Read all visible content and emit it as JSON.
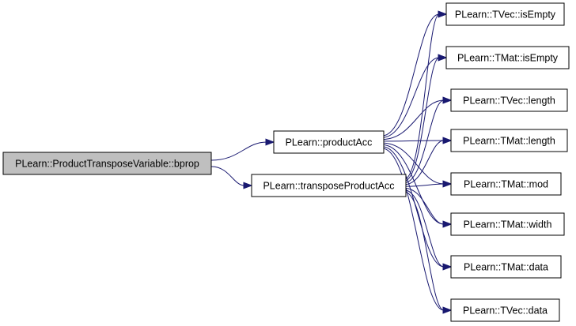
{
  "diagram": {
    "nodes": {
      "bprop": "PLearn::ProductTransposeVariable::bprop",
      "productAcc": "PLearn::productAcc",
      "transposeProductAcc": "PLearn::transposeProductAcc",
      "tvec_isEmpty": "PLearn::TVec::isEmpty",
      "tmat_isEmpty": "PLearn::TMat::isEmpty",
      "tvec_length": "PLearn::TVec::length",
      "tmat_length": "PLearn::TMat::length",
      "tmat_mod": "PLearn::TMat::mod",
      "tmat_width": "PLearn::TMat::width",
      "tmat_data": "PLearn::TMat::data",
      "tvec_data": "PLearn::TVec::data"
    },
    "edges": [
      {
        "from": "bprop",
        "to": "productAcc"
      },
      {
        "from": "bprop",
        "to": "transposeProductAcc"
      },
      {
        "from": "productAcc",
        "to": "tvec_isEmpty"
      },
      {
        "from": "productAcc",
        "to": "tmat_isEmpty"
      },
      {
        "from": "productAcc",
        "to": "tvec_length"
      },
      {
        "from": "productAcc",
        "to": "tmat_length"
      },
      {
        "from": "productAcc",
        "to": "tmat_mod"
      },
      {
        "from": "productAcc",
        "to": "tmat_width"
      },
      {
        "from": "productAcc",
        "to": "tmat_data"
      },
      {
        "from": "productAcc",
        "to": "tvec_data"
      },
      {
        "from": "transposeProductAcc",
        "to": "tvec_isEmpty"
      },
      {
        "from": "transposeProductAcc",
        "to": "tmat_isEmpty"
      },
      {
        "from": "transposeProductAcc",
        "to": "tvec_length"
      },
      {
        "from": "transposeProductAcc",
        "to": "tmat_length"
      },
      {
        "from": "transposeProductAcc",
        "to": "tmat_mod"
      },
      {
        "from": "transposeProductAcc",
        "to": "tmat_width"
      },
      {
        "from": "transposeProductAcc",
        "to": "tmat_data"
      },
      {
        "from": "transposeProductAcc",
        "to": "tvec_data"
      }
    ]
  }
}
